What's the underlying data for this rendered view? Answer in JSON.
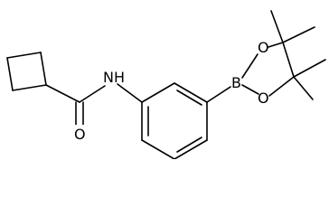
{
  "molecule": {
    "atoms": {
      "amide_n": "NH",
      "carbonyl_o": "O",
      "boron": "B",
      "ester_o_upper": "O",
      "ester_o_lower": "O"
    }
  },
  "colors": {
    "bond": "#000000",
    "label": "#000000",
    "background": "#ffffff"
  }
}
